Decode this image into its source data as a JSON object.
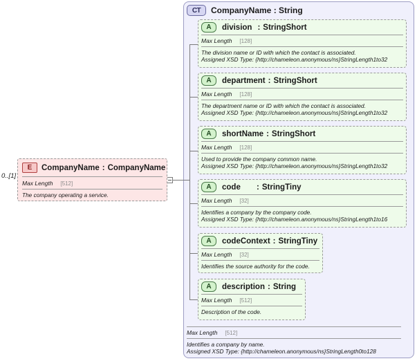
{
  "element": {
    "occurrence": "0..[1]",
    "badge": "E",
    "name": "CompanyName",
    "separator": ":",
    "type": "CompanyName",
    "facet_label": "Max Length",
    "facet_value": "[512]",
    "doc": "The company operating a service."
  },
  "complex_type": {
    "badge": "CT",
    "title": "CompanyName : String",
    "facet_label": "Max Length",
    "facet_value": "[512]",
    "doc_line1": "Identifies a company by name.",
    "doc_line2": "Assigned XSD Type: {http://chameleon.anonymous/ns}StringLength0to128"
  },
  "attributes": [
    {
      "badge": "A",
      "name": "division",
      "separator": ":",
      "type": "StringShort",
      "facet_label": "Max Length",
      "facet_value": "[128]",
      "doc_line1": "The division name or ID with which the contact is associated.",
      "doc_line2": "Assigned XSD Type: {http://chameleon.anonymous/ns}StringLength1to32"
    },
    {
      "badge": "A",
      "name": "department",
      "separator": ":",
      "type": "StringShort",
      "facet_label": "Max Length",
      "facet_value": "[128]",
      "doc_line1": "The department name or ID with which the contact is associated.",
      "doc_line2": "Assigned XSD Type: {http://chameleon.anonymous/ns}StringLength1to32"
    },
    {
      "badge": "A",
      "name": "shortName",
      "separator": ":",
      "type": "StringShort",
      "facet_label": "Max Length",
      "facet_value": "[128]",
      "doc_line1": "Used to provide the company common name.",
      "doc_line2": "Assigned XSD Type: {http://chameleon.anonymous/ns}StringLength1to32"
    },
    {
      "badge": "A",
      "name": "code",
      "separator": ":",
      "type": "StringTiny",
      "facet_label": "Max Length",
      "facet_value": "[32]",
      "doc_line1": "Identifies a company by the company code.",
      "doc_line2": "Assigned XSD Type: {http://chameleon.anonymous/ns}StringLength1to16"
    },
    {
      "badge": "A",
      "name": "codeContext",
      "separator": ":",
      "type": "StringTiny",
      "facet_label": "Max Length",
      "facet_value": "[32]",
      "doc_line1": "Identifies the source authority for the code.",
      "doc_line2": ""
    },
    {
      "badge": "A",
      "name": "description",
      "separator": ":",
      "type": "String",
      "facet_label": "Max Length",
      "facet_value": "[512]",
      "doc_line1": "Description of the code.",
      "doc_line2": ""
    }
  ]
}
